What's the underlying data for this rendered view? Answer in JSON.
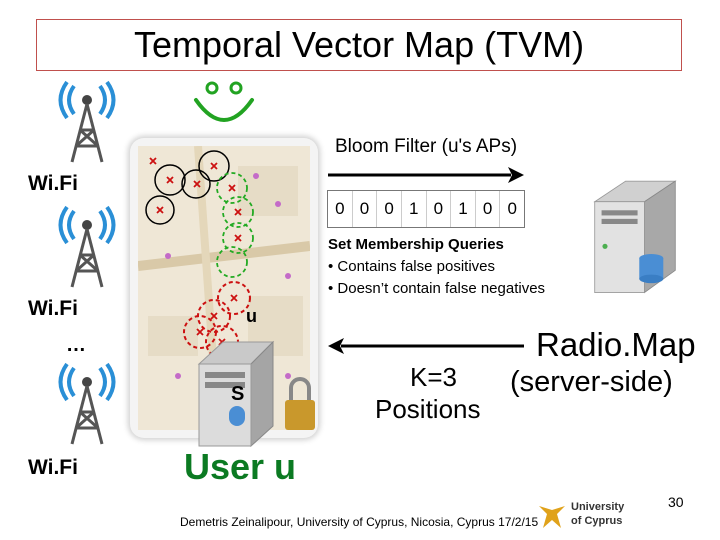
{
  "title": "Temporal Vector Map (TVM)",
  "towers": [
    {
      "label": "Wi.Fi"
    },
    {
      "label": "Wi.Fi"
    },
    {
      "label": "Wi.Fi"
    }
  ],
  "ellipsis": "…",
  "bloom": {
    "label": "Bloom Filter (u's APs)",
    "bits": [
      "0",
      "0",
      "0",
      "1",
      "0",
      "1",
      "0",
      "0"
    ]
  },
  "set_membership": {
    "title": "Set Membership Queries",
    "items": [
      "• Contains false positives",
      "• Doesn’t contain false negatives"
    ]
  },
  "radiomap": {
    "line1": "Radio.Map",
    "line2": "(server-side)"
  },
  "k_label": "K=3",
  "positions_label": "Positions",
  "user_label": "User u",
  "map_user_marker": "u",
  "client_server_glyph": "S",
  "footer": "Demetris Zeinalipour, University of Cyprus, Nicosia, Cyprus 17/2/15",
  "page_number": "30",
  "logo": {
    "line1": "University",
    "line2": "of Cyprus"
  },
  "colors": {
    "title_border": "#c0504d",
    "smiley": "#22a322",
    "user_label": "#0b7a22",
    "ring_black": "#000000",
    "ring_green": "#22aa22",
    "ring_red": "#cc1111"
  }
}
